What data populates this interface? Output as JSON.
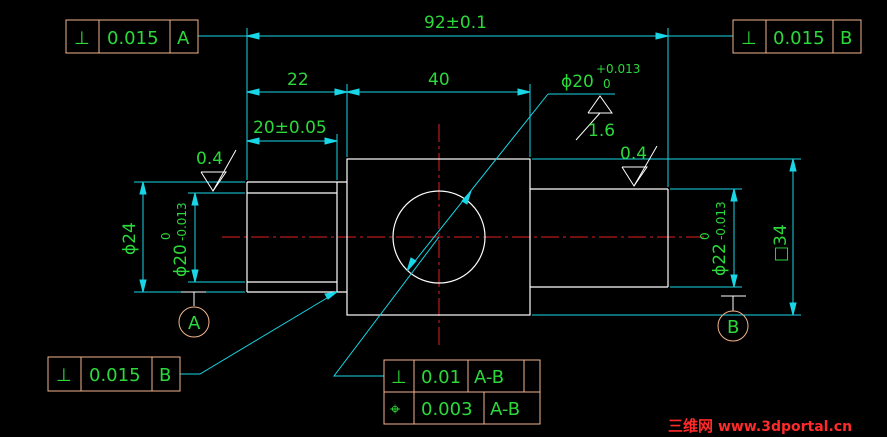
{
  "dimensions": {
    "overall_length": "92±0.1",
    "left_length": "22",
    "hole_position": "40",
    "left_shoulder": "20±0.05",
    "hole_diameter": "ϕ20",
    "hole_tol_upper": "+0.013",
    "hole_tol_lower": "0",
    "left_diameter_outer": "ϕ24",
    "left_diameter_inner": "ϕ20",
    "left_tol_upper": "0",
    "left_tol_lower": "-0.013",
    "right_diameter": "ϕ22",
    "right_tol_upper": "0",
    "right_tol_lower": "-0.013",
    "square": "□34"
  },
  "surface_finish": {
    "left": "0.4",
    "right": "0.4",
    "hole": "1.6"
  },
  "frames": {
    "top_left": {
      "symbol": "⊥",
      "value": "0.015",
      "datum": "A"
    },
    "top_right": {
      "symbol": "⊥",
      "value": "0.015",
      "datum": "B"
    },
    "bottom_left": {
      "symbol": "⊥",
      "value": "0.015",
      "datum": "B"
    },
    "bottom_center_perp": {
      "symbol": "⊥",
      "value": "0.01",
      "datum": "A-B"
    },
    "bottom_center_pos": {
      "symbol": "⌖",
      "value": "0.003",
      "datum": "A-B"
    }
  },
  "datums": {
    "left": "A",
    "right": "B"
  },
  "watermark": {
    "cn": "三维网",
    "url": "www.3dportal.cn"
  },
  "colors": {
    "outline": "#ffffff",
    "dimension_text": "#2bd93a",
    "dimension_line": "#19d6e6",
    "frame_border": "#f2b48c",
    "centerline": "#e02020",
    "watermark": "#ff2a2a"
  }
}
